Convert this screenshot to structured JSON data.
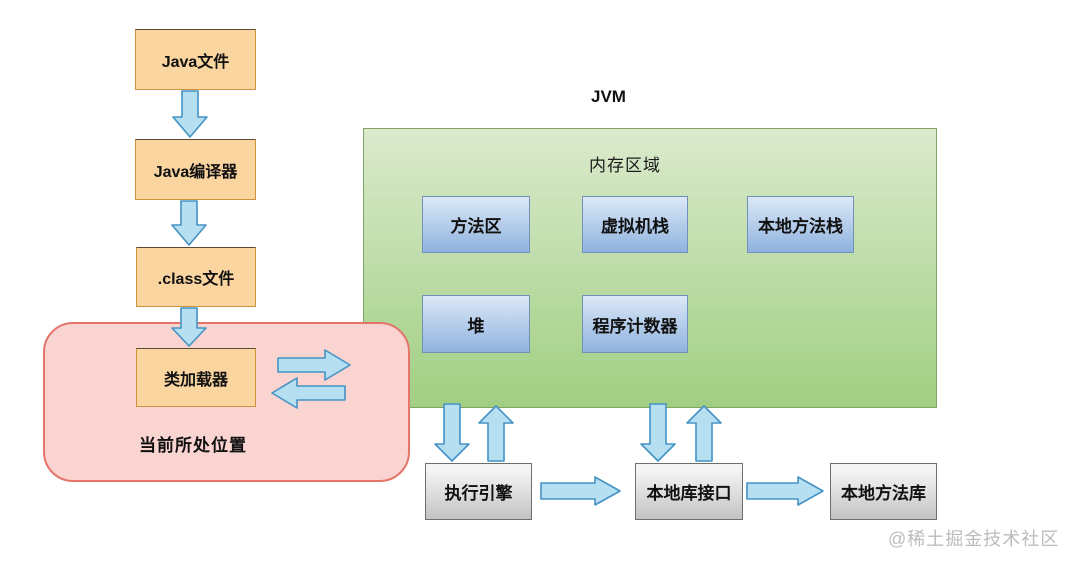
{
  "diagram": {
    "jvm_title": "JVM",
    "watermark": "@稀土掘金技术社区",
    "left_flow": {
      "nodes": [
        "Java文件",
        "Java编译器",
        ".class文件",
        "类加载器"
      ],
      "current_position_label": "当前所处位置"
    },
    "memory_area": {
      "label": "内存区域",
      "row1": [
        "方法区",
        "虚拟机栈",
        "本地方法栈"
      ],
      "row2": [
        "堆",
        "程序计数器"
      ]
    },
    "engine_flow": [
      "执行引擎",
      "本地库接口",
      "本地方法库"
    ],
    "colors": {
      "orange_fill": "#fbd5a0",
      "orange_border": "#cf9340",
      "blue_fill_top": "#dce8f7",
      "blue_fill_bottom": "#8fb3de",
      "blue_border": "#7191ba",
      "green_fill_top": "#dbeacd",
      "green_fill_bottom": "#a0cf82",
      "green_border": "#82a465",
      "pink_fill": "#f9d4d0",
      "pink_border": "#e5746b",
      "gray_fill_top": "#f4f4f4",
      "gray_fill_bottom": "#c3c3c3",
      "gray_border": "#6e6e6e",
      "arrow_fill": "#b6dff2",
      "arrow_stroke": "#4493c4",
      "watermark_color": "#bcbcbc"
    }
  }
}
